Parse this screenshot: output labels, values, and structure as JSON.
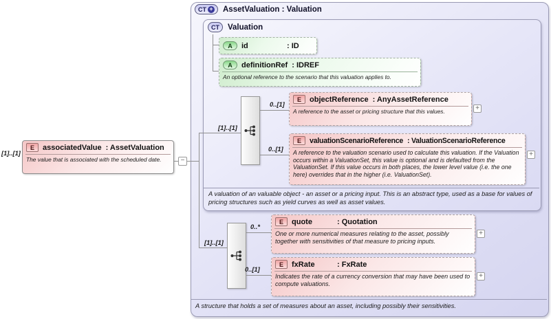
{
  "icons": {
    "expand": "+",
    "collapse": "−",
    "derived_plus": "+"
  },
  "source": {
    "cardinality": "[1]..[1]",
    "badge": "E",
    "name": "associatedValue",
    "type_label": ": AssetValuation",
    "annotation": "The value that is associated with the scheduled date."
  },
  "complex_type": {
    "badge": "CT",
    "title": "AssetValuation : Valuation",
    "annotation": "A structure that holds a set of measures about an asset, including possibly their sensitivities.",
    "sequence": {
      "cardinality": "[1]..[1]",
      "elements": [
        {
          "badge": "E",
          "cardinality": "0..*",
          "name": "quote",
          "type_label": ": Quotation",
          "annotation": "One or more numerical measures relating to the asset, possibly together with sensitivities of that measure to pricing inputs."
        },
        {
          "badge": "E",
          "cardinality": "0..[1]",
          "name": "fxRate",
          "type_label": ": FxRate",
          "annotation": "Indicates the rate of a currency conversion that may have been used to compute valuations."
        }
      ]
    },
    "base": {
      "badge": "CT",
      "title": "Valuation",
      "annotation": "A valuation of an valuable object - an asset or a pricing input. This is an abstract type, used as a base for values of pricing structures such as yield curves as well as asset values.",
      "attributes": [
        {
          "badge": "A",
          "name": "id",
          "type_label": ": ID"
        },
        {
          "badge": "A",
          "name": "definitionRef",
          "type_label": ": IDREF",
          "annotation": "An optional reference to the scenario that this valuation applies to."
        }
      ],
      "sequence": {
        "cardinality": "[1]..[1]",
        "elements": [
          {
            "badge": "E",
            "cardinality": "0..[1]",
            "name": "objectReference",
            "type_label": ": AnyAssetReference",
            "annotation": "A reference to the asset or pricing structure that this values."
          },
          {
            "badge": "E",
            "cardinality": "0..[1]",
            "name": "valuationScenarioReference",
            "type_label": ": ValuationScenarioReference",
            "annotation": "A reference to the valuation scenario used to calculate this valuation. If the Valuation occurs within a ValuationSet, this value is optional and is defaulted from the ValuationSet. If this value occurs in both places, the lower level value (i.e. the one here) overrides that in the higher (i.e. ValuationSet)."
          }
        ]
      }
    }
  },
  "colors": {
    "element_fill": "#f5c7c7",
    "attribute_fill": "#cfeccd",
    "container_fill": "#dcdcf4",
    "border": "#9a9ab4"
  }
}
